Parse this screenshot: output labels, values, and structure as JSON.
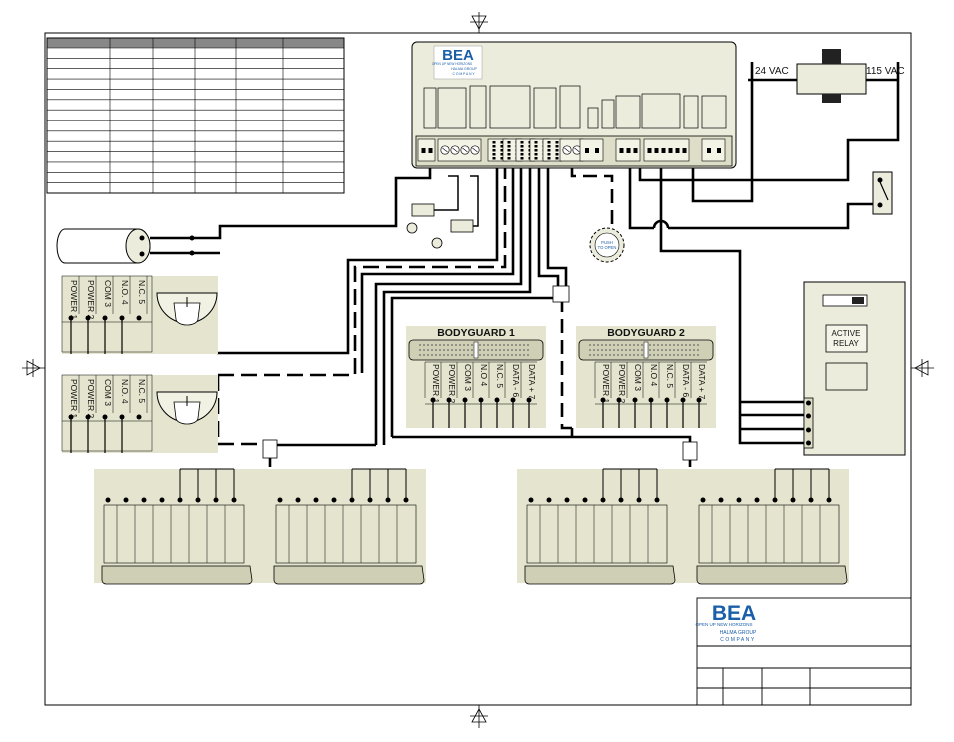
{
  "controller": {
    "logo": "BEA",
    "tagline": "OPEN UP NEW HORIZONS",
    "group": "HALMA GROUP",
    "company": "COMPANY"
  },
  "transformer": {
    "secondary_label": "24  VAC",
    "primary_label": "115 VAC"
  },
  "push_button": {
    "line1": "PUSH",
    "line2": "TO OPEN"
  },
  "sensor_terminals": [
    "POWER 1",
    "POWER 2",
    "COM 3",
    "N.O. 4",
    "N.C. 5"
  ],
  "bodyguards": [
    {
      "title": "BODYGUARD 1",
      "terminals": [
        "POWER 1",
        "POWER 2",
        "COM 3",
        "N.O 4",
        "N.C. 5",
        "DATA - 6",
        "DATA + 7"
      ]
    },
    {
      "title": "BODYGUARD 2",
      "terminals": [
        "POWER 1",
        "POWER 2",
        "COM 3",
        "N.O 4",
        "N.C. 5",
        "DATA - 6",
        "DATA + 7"
      ]
    }
  ],
  "relay": {
    "label_line1": "ACTIVE",
    "label_line2": "RELAY"
  },
  "title_block": {
    "logo": "BEA",
    "tagline": "OPEN UP NEW HORIZONS",
    "group": "HALMA GROUP",
    "company": "COMPANY"
  }
}
